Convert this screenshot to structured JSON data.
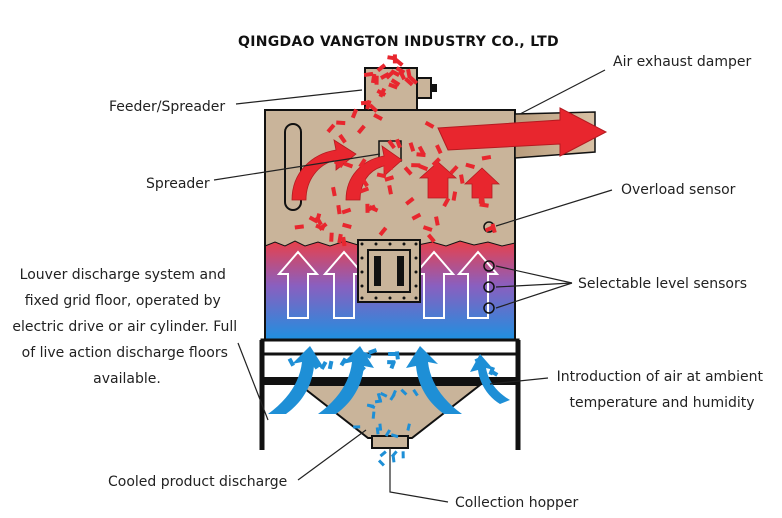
{
  "title": "QINGDAO  VANGTON  INDUSTRY  CO., LTD",
  "labels": {
    "air_exhaust_damper": "Air exhaust damper",
    "feeder_spreader": "Feeder/Spreader",
    "spreader": "Spreader",
    "overload_sensor": "Overload sensor",
    "selectable_level_sensors": "Selectable level sensors",
    "louver_discharge": [
      "Louver discharge system and",
      "fixed grid floor, operated by",
      "electric drive or air cylinder. Full",
      "of live action discharge floors",
      "available."
    ],
    "introduction_of_air": [
      "Introduction of air at ambient",
      "temperature and humidity"
    ],
    "cooled_product_discharge": "Cooled product discharge",
    "collection_hopper": "Collection hopper"
  },
  "colors": {
    "body_tan": "#c9b49a",
    "red_particles": "#e8262e",
    "blue_particles": "#1e8fd6",
    "frame": "#111111",
    "gradient_top": "#e8404a",
    "gradient_mid": "#7d5cc0",
    "gradient_bottom": "#1e90e0"
  }
}
